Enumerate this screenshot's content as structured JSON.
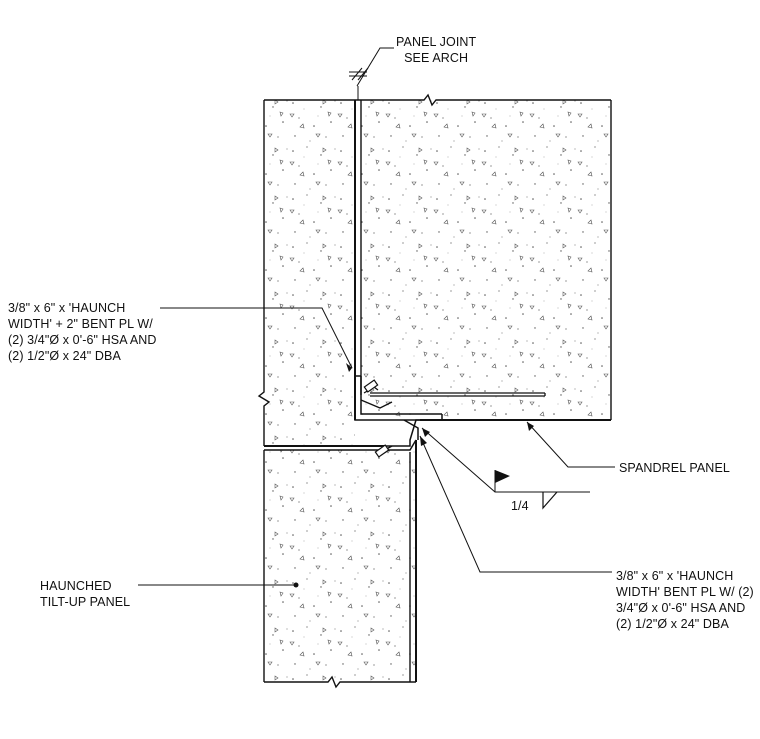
{
  "labels": {
    "panel_joint": [
      "PANEL JOINT",
      "SEE ARCH"
    ],
    "bent_plate_upper": [
      "3/8\" x 6\" x 'HAUNCH",
      "WIDTH' + 2\" BENT PL W/",
      "(2) 3/4\"Ø x 0'-6\" HSA AND",
      "(2) 1/2\"Ø x 24\" DBA"
    ],
    "spandrel_panel": "SPANDREL PANEL",
    "weld_size": "1/4",
    "haunched_panel": [
      "HAUNCHED",
      "TILT-UP PANEL"
    ],
    "bent_plate_lower": [
      "3/8\" x 6\" x 'HAUNCH",
      "WIDTH' BENT PL W/ (2)",
      "3/4\"Ø x 0'-6\" HSA AND",
      "(2) 1/2\"Ø x 24\" DBA"
    ]
  },
  "colors": {
    "line": "#111111",
    "concrete_fill": "#ffffff",
    "stipple": "#555555"
  },
  "symbols": {
    "weld_flag": "field-weld-flag-icon",
    "fillet_weld": "fillet-weld-triangle-icon"
  }
}
